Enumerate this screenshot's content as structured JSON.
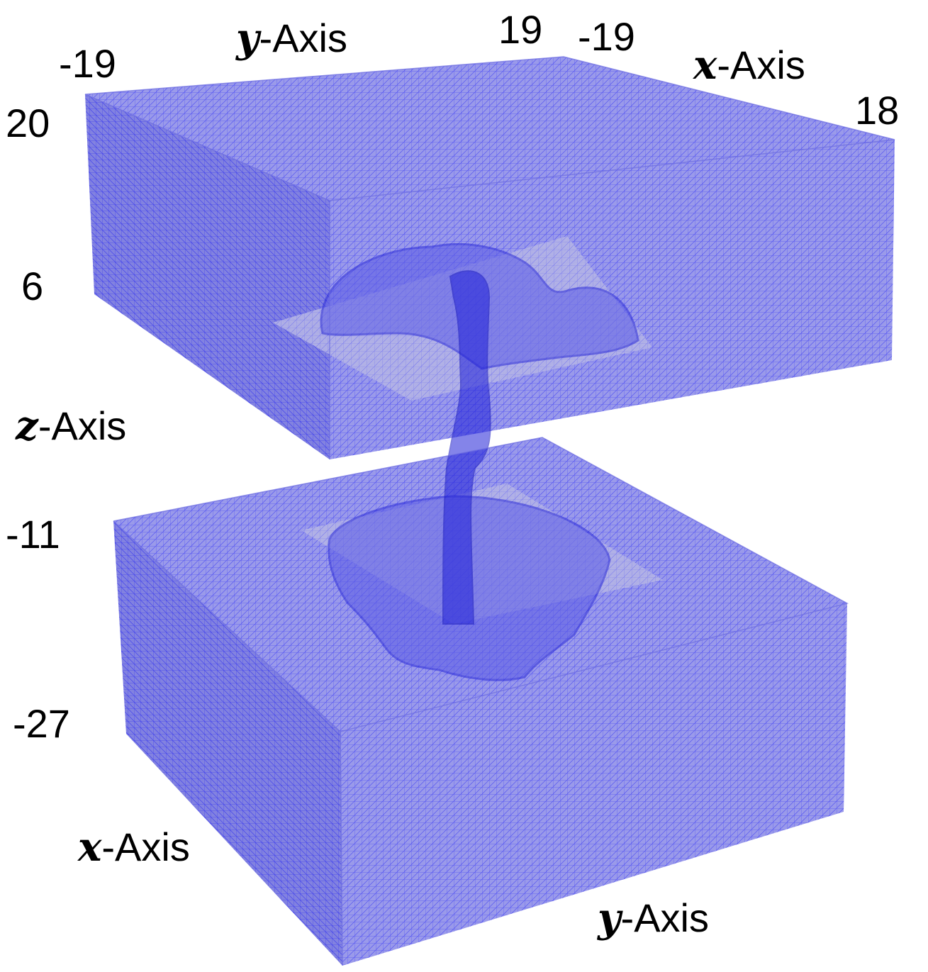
{
  "labels": {
    "top_y_min": "-19",
    "top_y_axis_var": "y",
    "top_y_axis_suffix": "-Axis",
    "top_y_max": "19",
    "top_x_min": "-19",
    "top_x_axis_var": "x",
    "top_x_axis_suffix": "-Axis",
    "top_x_max": "18",
    "z_top": "20",
    "z_upper_bottom": "6",
    "z_axis_var": "z",
    "z_axis_suffix": "-Axis",
    "z_lower_top": "-11",
    "z_bottom": "-27",
    "bottom_x_axis_var": "x",
    "bottom_x_axis_suffix": "-Axis",
    "bottom_y_axis_var": "y",
    "bottom_y_axis_suffix": "-Axis"
  },
  "colors": {
    "mesh_fill": "#8e8ee6",
    "mesh_line": "#4444ff",
    "cavity_fill": "#c8c8d8",
    "tube": "#2a2ae0"
  }
}
